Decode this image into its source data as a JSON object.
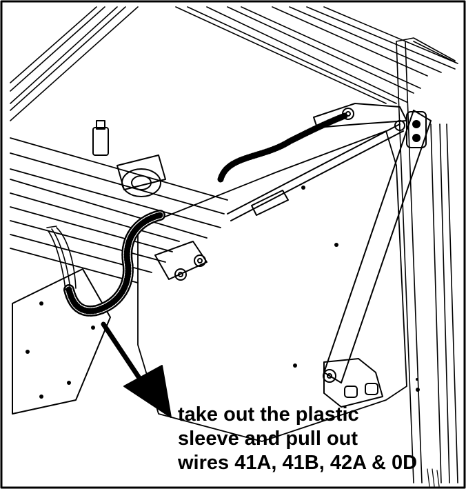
{
  "caption": {
    "line1": "take out the plastic",
    "line2": "sleeve and pull out",
    "line3": "wires 41A, 41B, 42A & 0D"
  },
  "colors": {
    "ink": "#000000",
    "paper": "#ffffff",
    "panel_fill": "#ffffff"
  },
  "icons": {
    "direction_arrow": "arrow-down-right-icon"
  }
}
